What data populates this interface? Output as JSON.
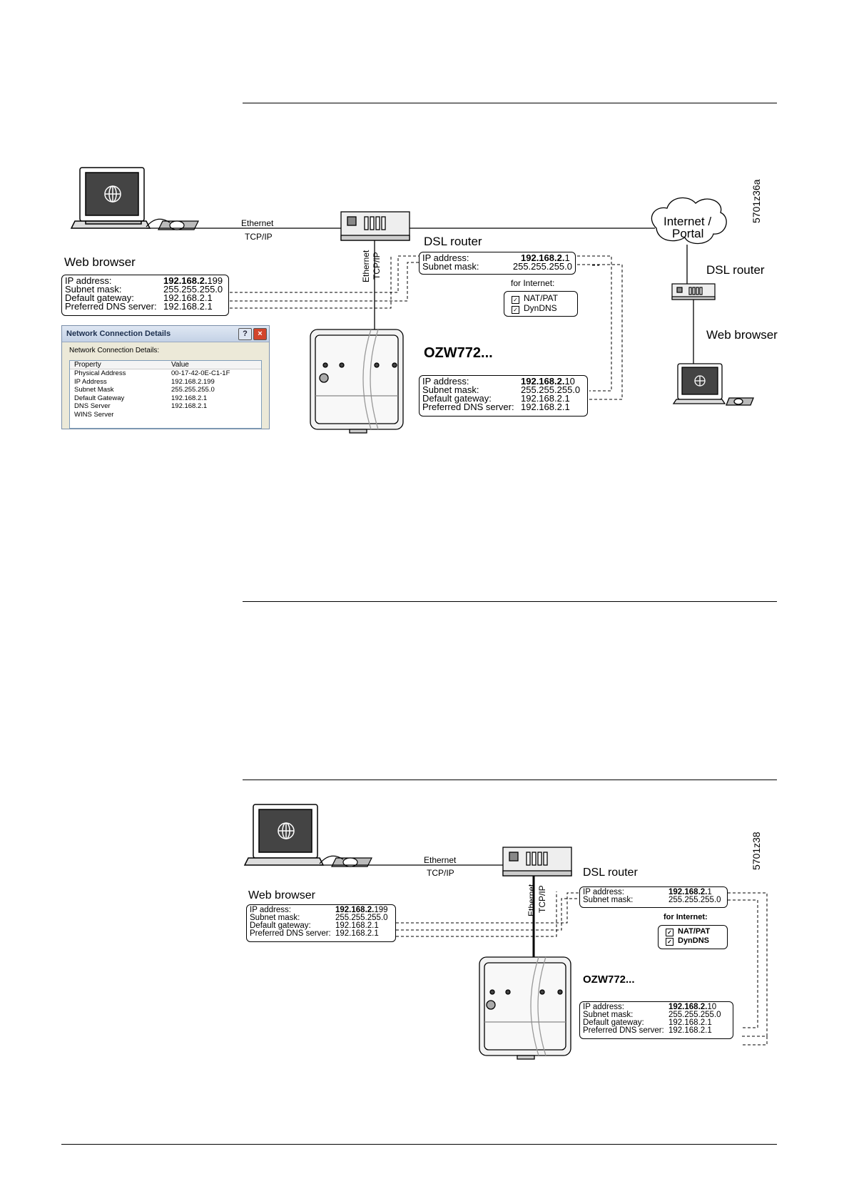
{
  "diagram1": {
    "drawing_code": "5701z36a",
    "ethernet_label": "Ethernet",
    "tcpip_label": "TCP/IP",
    "vert_ethernet": "Ethernet",
    "vert_tcpip": "TCP/IP",
    "dsl_router_label": "DSL router",
    "internet_line1": "Internet /",
    "internet_line2": "Portal",
    "remote_dsl_router_label": "DSL router",
    "remote_web_browser_label": "Web browser",
    "web_browser_label": "Web browser",
    "device_label": "OZW772...",
    "browser_box": {
      "rows": [
        {
          "key": "IP address:",
          "bold": "192.168.2.",
          "rest": "199"
        },
        {
          "key": "Subnet mask:",
          "bold": "",
          "rest": "255.255.255.0"
        },
        {
          "key": "Default gateway:",
          "bold": "",
          "rest": "192.168.2.1"
        },
        {
          "key": "Preferred DNS server:",
          "bold": "",
          "rest": "192.168.2.1"
        }
      ]
    },
    "router_box": {
      "rows": [
        {
          "key": "IP address:",
          "bold": "192.168.2.",
          "rest": "1"
        },
        {
          "key": "Subnet mask:",
          "bold": "",
          "rest": "255.255.255.0"
        }
      ]
    },
    "for_internet_label": "for Internet:",
    "internet_options": [
      "NAT/PAT",
      "DynDNS"
    ],
    "device_box": {
      "rows": [
        {
          "key": "IP address:",
          "bold": "192.168.2.",
          "rest": "10"
        },
        {
          "key": "Subnet mask:",
          "bold": "",
          "rest": "255.255.255.0"
        },
        {
          "key": "Default gateway:",
          "bold": "",
          "rest": "192.168.2.1"
        },
        {
          "key": "Preferred DNS server:",
          "bold": "",
          "rest": "192.168.2.1"
        }
      ]
    },
    "dialog": {
      "title": "Network Connection Details",
      "help_btn": "?",
      "close_btn": "×",
      "subtitle": "Network Connection Details:",
      "col_property": "Property",
      "col_value": "Value",
      "rows": [
        {
          "property": "Physical Address",
          "value": "00-17-42-0E-C1-1F"
        },
        {
          "property": "IP Address",
          "value": "192.168.2.199"
        },
        {
          "property": "Subnet Mask",
          "value": "255.255.255.0"
        },
        {
          "property": "Default Gateway",
          "value": "192.168.2.1"
        },
        {
          "property": "DNS Server",
          "value": "192.168.2.1"
        },
        {
          "property": "WINS Server",
          "value": ""
        }
      ]
    }
  },
  "diagram2": {
    "drawing_code": "5701z38",
    "ethernet_label": "Ethernet",
    "tcpip_label": "TCP/IP",
    "vert_ethernet": "Ethernet",
    "vert_tcpip": "TCP/IP",
    "dsl_router_label": "DSL router",
    "web_browser_label": "Web browser",
    "device_label": "OZW772...",
    "browser_box": {
      "rows": [
        {
          "key": "IP address:",
          "bold": "192.168.2.",
          "rest": "199"
        },
        {
          "key": "Subnet mask:",
          "bold": "",
          "rest": "255.255.255.0"
        },
        {
          "key": "Default gateway:",
          "bold": "",
          "rest": "192.168.2.1"
        },
        {
          "key": "Preferred DNS server:",
          "bold": "",
          "rest": "192.168.2.1"
        }
      ]
    },
    "router_box": {
      "rows": [
        {
          "key": "IP address:",
          "bold": "192.168.2.",
          "rest": "1"
        },
        {
          "key": "Subnet mask:",
          "bold": "",
          "rest": "255.255.255.0"
        }
      ]
    },
    "for_internet_label": "for Internet:",
    "internet_options": [
      "NAT/PAT",
      "DynDNS"
    ],
    "device_box": {
      "rows": [
        {
          "key": "IP address:",
          "bold": "192.168.2.",
          "rest": "10"
        },
        {
          "key": "Subnet mask:",
          "bold": "",
          "rest": "255.255.255.0"
        },
        {
          "key": "Default gateway:",
          "bold": "",
          "rest": "192.168.2.1"
        },
        {
          "key": "Preferred DNS server:",
          "bold": "",
          "rest": "192.168.2.1"
        }
      ]
    }
  }
}
